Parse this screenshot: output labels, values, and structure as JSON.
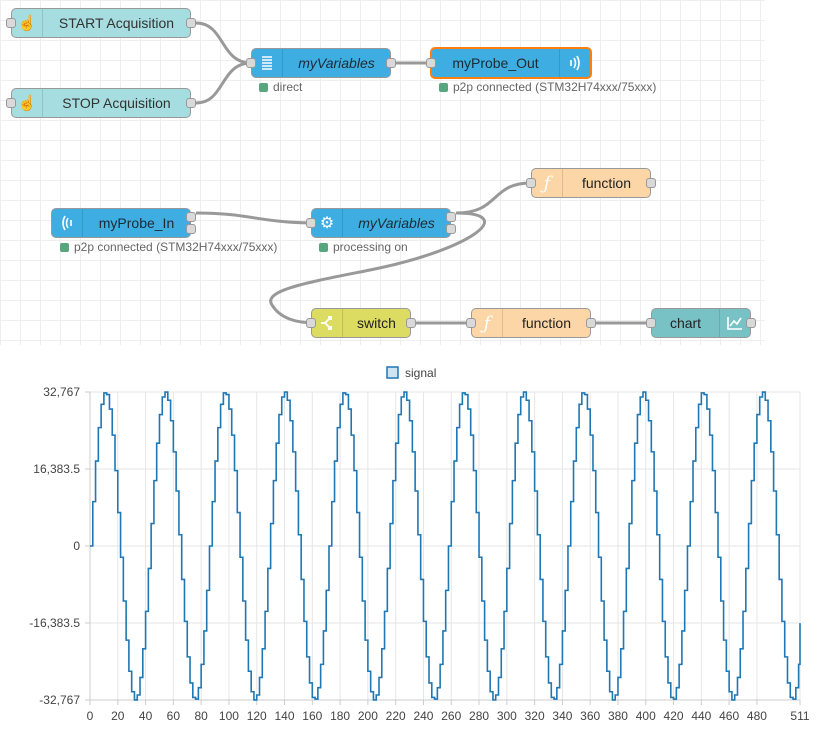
{
  "flow": {
    "nodes": {
      "start": {
        "label": "START Acquisition",
        "icon": "inject-hand-icon"
      },
      "stop": {
        "label": "STOP Acquisition",
        "icon": "inject-hand-icon"
      },
      "myvars_top": {
        "label": "myVariables",
        "icon": "list-icon"
      },
      "probe_out": {
        "label": "myProbe_Out",
        "icon": "wireless-icon"
      },
      "probe_in": {
        "label": "myProbe_In",
        "icon": "wireless-icon"
      },
      "myvars_mid": {
        "label": "myVariables",
        "icon": "gear-icon"
      },
      "function_top": {
        "label": "function",
        "icon": "function-icon"
      },
      "switch": {
        "label": "switch",
        "icon": "switch-icon"
      },
      "function_bottom": {
        "label": "function",
        "icon": "function-icon"
      },
      "chart": {
        "label": "chart",
        "icon": "chart-icon"
      }
    },
    "statuses": {
      "myvars_top": "direct",
      "probe_out": "p2p connected (STM32H74xxx/75xxx)",
      "probe_in": "p2p connected (STM32H74xxx/75xxx)",
      "myvars_mid": "processing on"
    },
    "colors": {
      "inject": "#a6dde0",
      "stlink": "#3eaee2",
      "function": "#fcd6a6",
      "switch": "#dcdb62",
      "chart": "#78c2c6",
      "selected": "#ff7f0e",
      "status_dot": "#58a67e",
      "wire": "#999999"
    }
  },
  "chart_data": {
    "type": "line",
    "legend": {
      "position": "top-center",
      "entries": [
        "signal"
      ]
    },
    "series": [
      {
        "name": "signal",
        "color": "#1f77b4"
      }
    ],
    "x_range": [
      0,
      511
    ],
    "x_ticks": [
      "0",
      "20",
      "40",
      "60",
      "80",
      "100",
      "120",
      "140",
      "160",
      "180",
      "200",
      "220",
      "240",
      "260",
      "280",
      "300",
      "320",
      "340",
      "360",
      "380",
      "400",
      "420",
      "440",
      "460",
      "480",
      "511"
    ],
    "y_range": [
      -32767,
      32767
    ],
    "y_ticks": [
      "32,767",
      "16,383.5",
      "0",
      "-16,383.5",
      "-32,767"
    ],
    "signal": {
      "waveform": "stepped sine",
      "amplitude": 32767,
      "period_samples": 43,
      "step_samples": 2,
      "samples": 512,
      "last_value": -16400
    },
    "grid": true
  }
}
